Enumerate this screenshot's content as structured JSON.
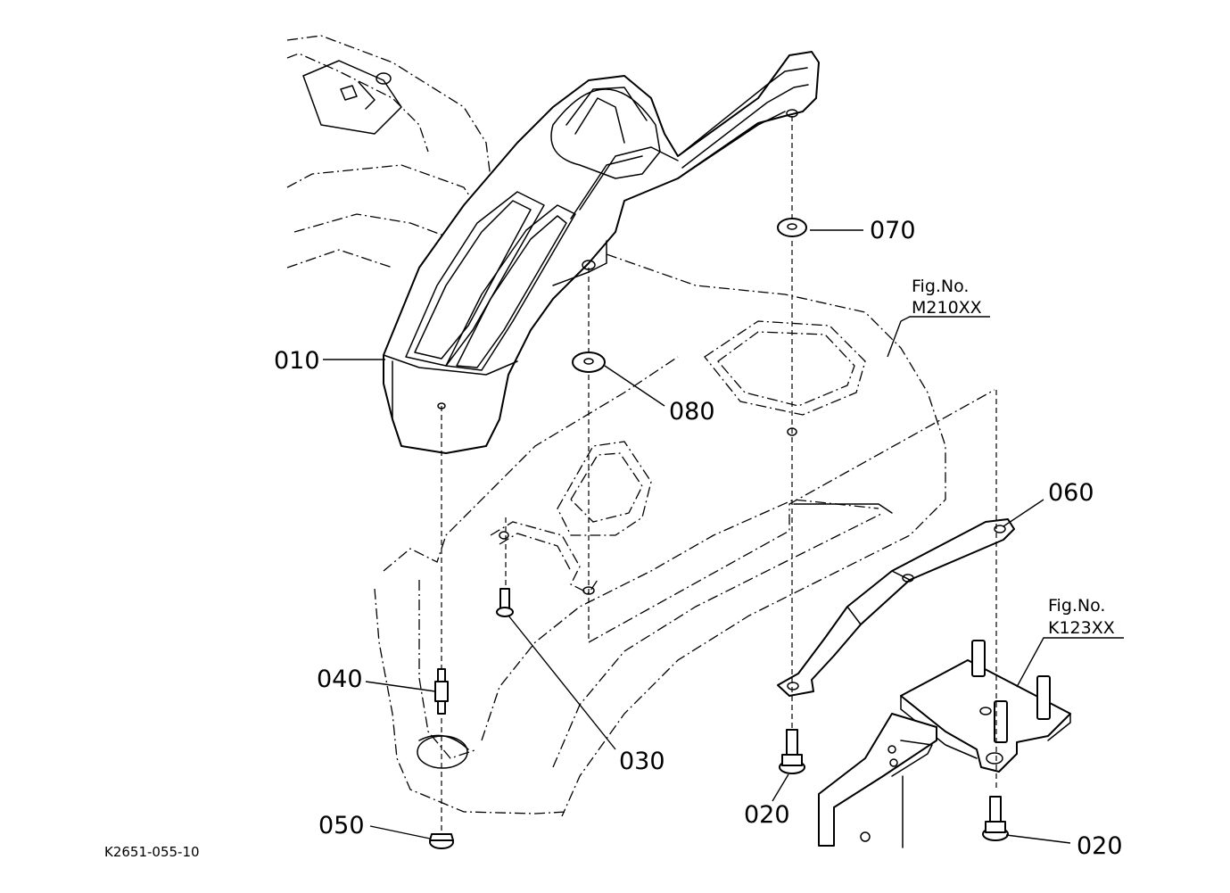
{
  "callouts": {
    "c010": "010",
    "c020a": "020",
    "c020b": "020",
    "c030": "030",
    "c040": "040",
    "c050": "050",
    "c060": "060",
    "c070": "070",
    "c080": "080"
  },
  "references": {
    "ref1_line1": "Fig.No.",
    "ref1_line2": "M210XX",
    "ref2_line1": "Fig.No.",
    "ref2_line2": "K123XX"
  },
  "drawing_code": "K2651-055-10"
}
